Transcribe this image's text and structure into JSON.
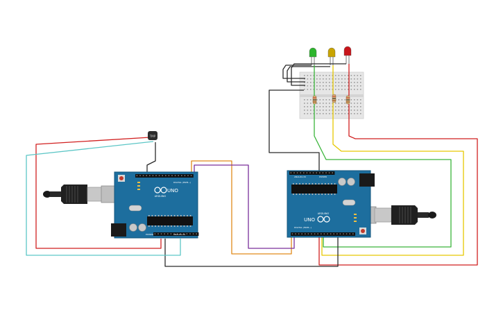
{
  "canvas": {
    "background": "#ffffff"
  },
  "board_left": {
    "brand_label": "ARDUINO",
    "model_label": "UNO",
    "digital_label": "DIGITAL (PWM~)",
    "analog_label": "ANALOG IN",
    "power_label": "POWER"
  },
  "board_right": {
    "brand_label": "ARDUINO",
    "model_label": "UNO",
    "digital_label": "DIGITAL (PWM~)",
    "analog_label": "ANALOG IN",
    "power_label": "POWER"
  },
  "sensor": {
    "label": "TMP"
  },
  "leds": [
    {
      "name": "green-led",
      "color": "#2db52d"
    },
    {
      "name": "yellow-led",
      "color": "#c9a400"
    },
    {
      "name": "red-led",
      "color": "#c8151b"
    }
  ],
  "colors": {
    "board": "#1d6e9e",
    "board_edge": "#14557c",
    "breadboard": "#e8e8e8",
    "wire_black": "#2a2a2a",
    "wire_red": "#d11f1f",
    "wire_cyan": "#5cc6c6",
    "wire_orange": "#e08a1a",
    "wire_purple": "#7a2f9b",
    "wire_green": "#3ab53a",
    "wire_yellow": "#e6c800"
  }
}
